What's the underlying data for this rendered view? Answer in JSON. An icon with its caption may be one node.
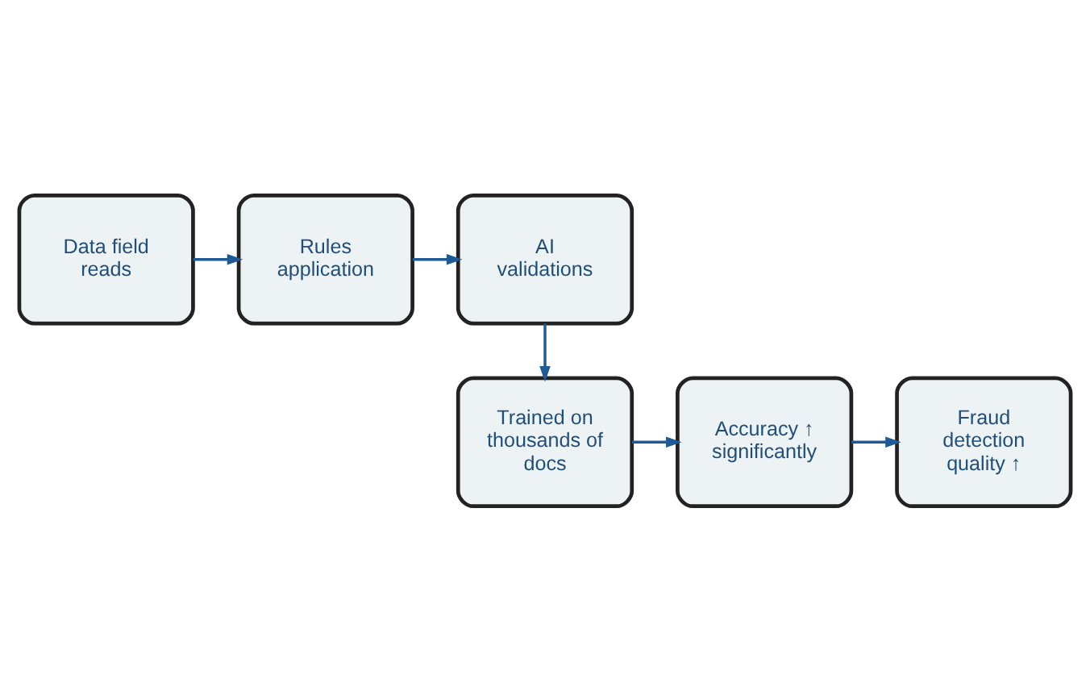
{
  "diagram": {
    "nodes": [
      {
        "text": [
          "Data field reads"
        ]
      },
      {
        "text": [
          "Rules application"
        ]
      },
      {
        "text": [
          "AI validations"
        ]
      },
      {
        "text": [
          "Trained on thousands of docs"
        ]
      },
      {
        "text": [
          "Accuracy ↑ significantly"
        ]
      },
      {
        "text": [
          "Fraud detection quality ↑"
        ]
      }
    ],
    "edges": [
      {
        "from": 0,
        "to": 1,
        "arrow": "to"
      },
      {
        "from": 1,
        "to": 2,
        "arrow": "to"
      },
      {
        "from": 2,
        "to": 3,
        "arrow": "to"
      },
      {
        "from": 3,
        "to": 4,
        "arrow": "to"
      },
      {
        "from": 4,
        "to": 5,
        "arrow": "to"
      }
    ]
  }
}
